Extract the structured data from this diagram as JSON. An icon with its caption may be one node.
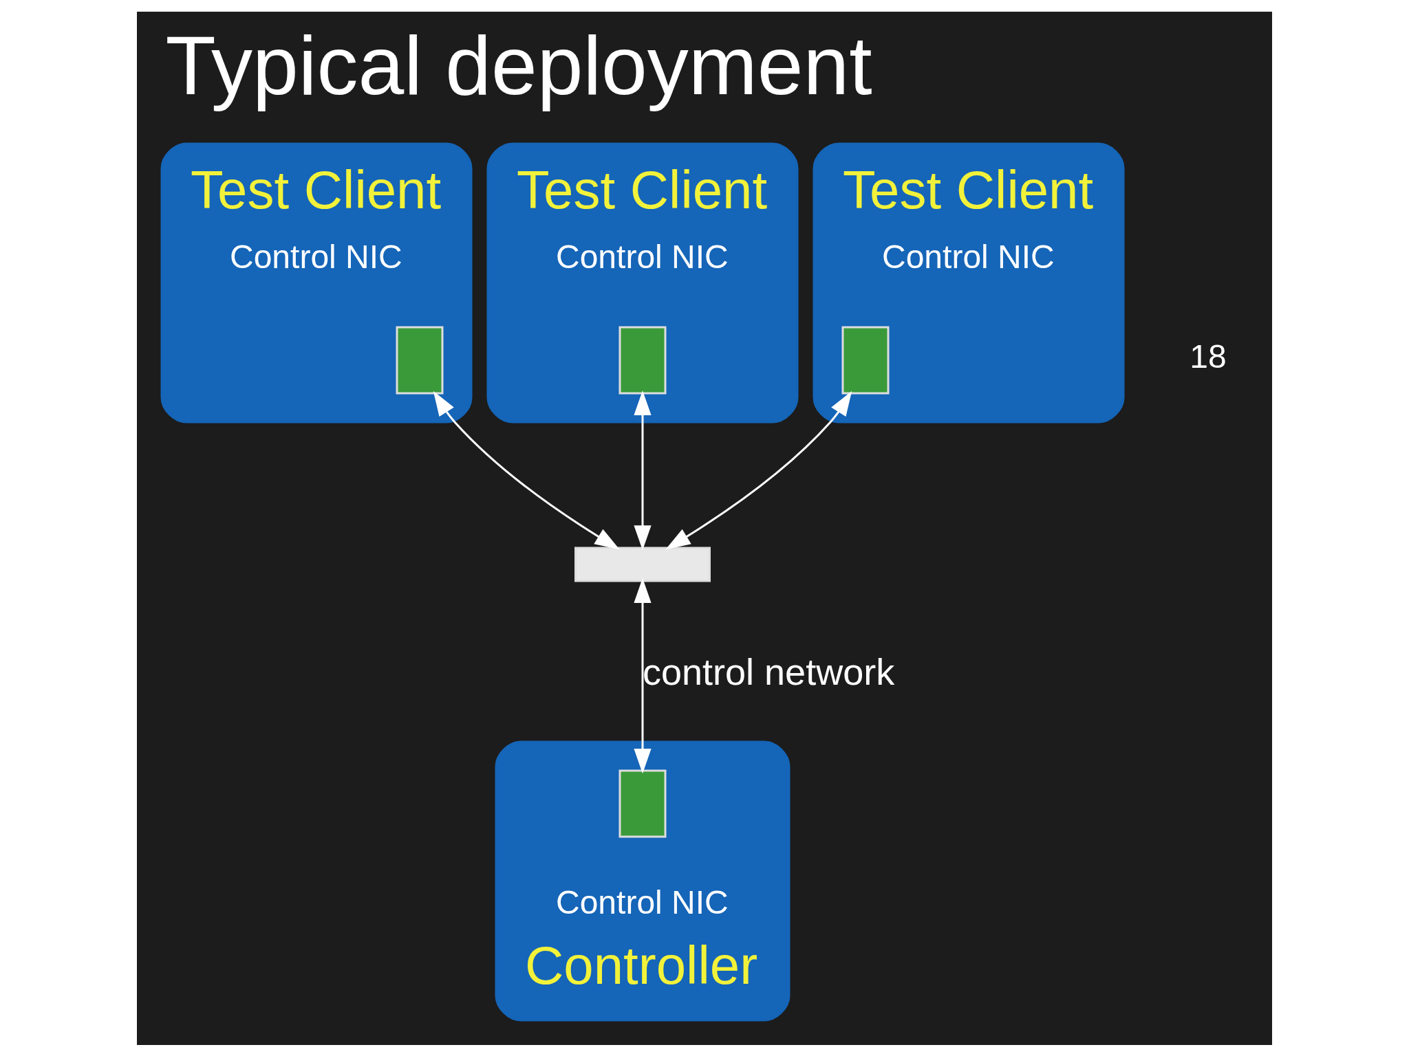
{
  "diagram": {
    "title": "Typical deployment",
    "nodes": [
      {
        "text": [
          "Test Client",
          "Control NIC"
        ]
      },
      {
        "text": [],
        "shape": "box",
        "in": 0
      },
      {
        "text": [
          "Test Client",
          "Control NIC"
        ]
      },
      {
        "text": [],
        "shape": "box",
        "in": 2
      },
      {
        "text": [
          "Test Client",
          "Control NIC"
        ]
      },
      {
        "text": [],
        "shape": "box",
        "in": 4
      },
      {
        "text": [],
        "shape": "box"
      },
      {
        "text": [
          "Control NIC",
          "Controller"
        ]
      },
      {
        "text": [],
        "shape": "box",
        "in": 7
      }
    ],
    "edges": [
      {
        "from": 1,
        "to": 6,
        "arrow": "both"
      },
      {
        "from": 3,
        "to": 6,
        "arrow": "both"
      },
      {
        "from": 5,
        "to": 6,
        "arrow": "both"
      },
      {
        "from": 6,
        "to": 8,
        "arrow": "both",
        "label": "control network"
      }
    ],
    "labels": [
      "18"
    ]
  }
}
